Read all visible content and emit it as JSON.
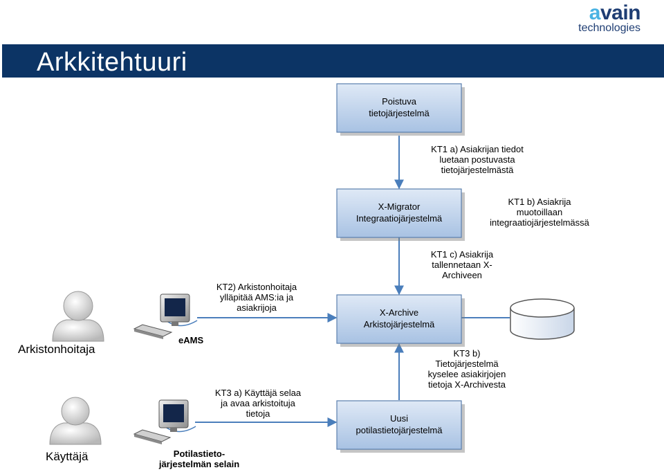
{
  "logo": {
    "word_part1": "a",
    "word_part2": "vain",
    "sub": "technologies",
    "accent_color": "#49b3e3",
    "brand_color": "#1e3d73"
  },
  "header": {
    "title": "Arkkitehtuuri",
    "bar_color": "#0c3465"
  },
  "nodes": {
    "poistuva": [
      "Poistuva",
      "tietojärjestelmä"
    ],
    "xmigrator": [
      "X-Migrator",
      "Integraatiojärjestelmä"
    ],
    "xarchive": [
      "X-Archive",
      "Arkistojärjestelmä"
    ],
    "uusi": [
      "Uusi",
      "potilastietojärjestelmä"
    ]
  },
  "notes": {
    "kt1a": [
      "KT1 a) Asiakrijan tiedot",
      "luetaan postuvasta",
      "tietojärjestelmästä"
    ],
    "kt1b": [
      "KT1 b) Asiakrija",
      "muotoillaan",
      "integraatiojärjestelmässä"
    ],
    "kt1c": [
      "KT1 c) Asiakrija",
      "tallennetaan X-",
      "Archiveen"
    ],
    "kt2": [
      "KT2) Arkistonhoitaja",
      "ylläpitää AMS:ia ja",
      "asiakrijoja"
    ],
    "kt3b": [
      "KT3 b)",
      "Tietojärjestelmä",
      "kyselee asiakirjojen",
      "tietoja X-Archivesta"
    ],
    "kt3a": [
      "KT3 a) Käyttäjä  selaa",
      "ja avaa arkistoituja",
      "tietoja"
    ]
  },
  "actors": {
    "arkistonhoitaja": "Arkistonhoitaja",
    "kayttaja": "Käyttäjä"
  },
  "devices": {
    "eams": [
      "eAMS"
    ],
    "selain": [
      "Potilastieto-",
      "järjestelmän selain"
    ]
  },
  "icons": [
    "person-icon",
    "computer-icon",
    "database-icon"
  ]
}
